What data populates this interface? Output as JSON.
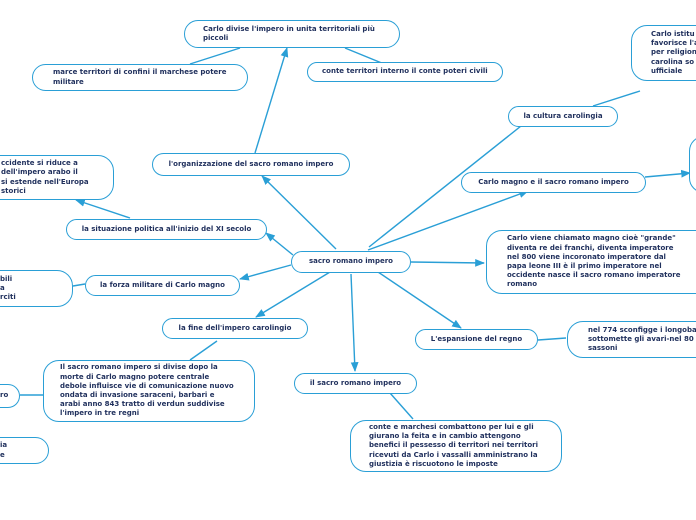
{
  "root": {
    "label": "sacro romano impero"
  },
  "nodes": {
    "organizzazione": "l'organizzazione del sacro romano impero",
    "carlo_divise": "Carlo divise l'impero in unita territoriali più\npiccoli",
    "marche": "marce territori di confini il marchese potere\nmilitare",
    "contee": "conte territori interno il conte poteri civili",
    "situazione_politica": "la situazione politica all'inizio del XI secolo",
    "occidente": "ccidente si riduce a\ndell'impero arabo il\nsi estende nell'Europa\nstorici",
    "forza_militare": "la forza militare di Carlo magno",
    "forza_detail": "bili\na\nrciti",
    "fine_impero": "la fine dell'impero carolingio",
    "divisione": "Il sacro romano impero si divise dopo la\nmorte di Carlo magno potere centrale\ndebole influisce vie di comunicazione nuovo\nondata di invasione saraceni, barbari e\narabi anno 843 tratto di verdun suddivise\nl'impero in tre regni",
    "small_ro": "ro",
    "small_ia": "ia\ne",
    "sacro_romano_impero": "il sacro romano impero",
    "conti_marchesi": "conte e marchesi combattono per lui e gli\ngiurano la feita e in cambio attengono\nbenefici il pessesso di territori nei territori\nricevuti da Carlo i vassalli amministrano la\ngiustizia è riscuotono le imposte",
    "espansione": "L'espansione del regno",
    "espansione_detail": "nel 774 sconfigge i longoba\nsottomette gli avari-nel 80\nsassoni",
    "carlo_magno_sri": "Carlo magno e il sacro romano impero",
    "carlo_magno_detail": "Carlo viene chiamato magno cioè \"grande\"\ndiventa re dei franchi, diventa imperatore\nnel 800 viene incoronato imperatore dal\npapa leone III è il primo imperatore nel\noccidente nasce il sacro romano imperatore\nromano",
    "cultura": "la cultura carolingia",
    "cultura_detail": "Carlo istitu\nfavorisce l'a\nper religion\ncarolina  so\nufficiale",
    "right_edge": ""
  },
  "colors": {
    "border": "#2a9fd6",
    "arrow": "#2a9fd6",
    "text": "#1f2f5c"
  }
}
